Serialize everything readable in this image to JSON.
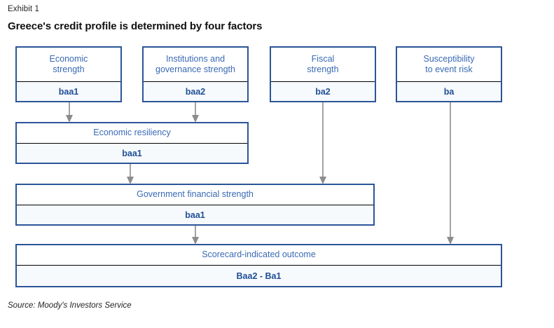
{
  "exhibit": {
    "label": "Exhibit 1",
    "title": "Greece's credit profile is determined by four factors",
    "source": "Source: Moody's Investors Service"
  },
  "colors": {
    "box_border": "#2b5598",
    "title_text": "#3a6ab5",
    "value_text": "#1f4e96",
    "value_fill": "#f6fafd",
    "arrow": "#8c8c8c",
    "divider": "#000000"
  },
  "nodes": [
    {
      "id": "economic-strength",
      "title": "Economic\nstrength",
      "value": "baa1"
    },
    {
      "id": "institutions",
      "title": "Institutions and\ngovernance strength",
      "value": "baa2"
    },
    {
      "id": "fiscal-strength",
      "title": "Fiscal\nstrength",
      "value": "ba2"
    },
    {
      "id": "susceptibility",
      "title": "Susceptibility\nto event risk",
      "value": "ba"
    },
    {
      "id": "economic-resiliency",
      "title": "Economic resiliency",
      "value": "baa1"
    },
    {
      "id": "government-financial-strength",
      "title": "Government financial strength",
      "value": "baa1"
    },
    {
      "id": "scorecard-outcome",
      "title": "Scorecard-indicated outcome",
      "value": "Baa2 - Ba1"
    }
  ],
  "node_titles": {
    "economic_strength_line1": "Economic",
    "economic_strength_line2": "strength",
    "institutions_line1": "Institutions and",
    "institutions_line2": "governance strength",
    "fiscal_line1": "Fiscal",
    "fiscal_line2": "strength",
    "susceptibility_line1": "Susceptibility",
    "susceptibility_line2": "to event risk",
    "economic_resiliency": "Economic resiliency",
    "government_financial_strength": "Government financial strength",
    "scorecard_outcome": "Scorecard-indicated outcome"
  },
  "node_values": {
    "economic_strength": "baa1",
    "institutions": "baa2",
    "fiscal": "ba2",
    "susceptibility": "ba",
    "economic_resiliency": "baa1",
    "government_financial_strength": "baa1",
    "scorecard_outcome": "Baa2 - Ba1"
  },
  "arrows": [
    {
      "id": "economic-strength-to-resiliency",
      "from": "economic-strength",
      "to": "economic-resiliency"
    },
    {
      "id": "institutions-to-resiliency",
      "from": "institutions",
      "to": "economic-resiliency"
    },
    {
      "id": "resiliency-to-government",
      "from": "economic-resiliency",
      "to": "government-financial-strength"
    },
    {
      "id": "fiscal-to-government",
      "from": "fiscal-strength",
      "to": "government-financial-strength"
    },
    {
      "id": "government-to-scorecard",
      "from": "government-financial-strength",
      "to": "scorecard-outcome"
    },
    {
      "id": "susceptibility-to-scorecard",
      "from": "susceptibility",
      "to": "scorecard-outcome"
    }
  ]
}
